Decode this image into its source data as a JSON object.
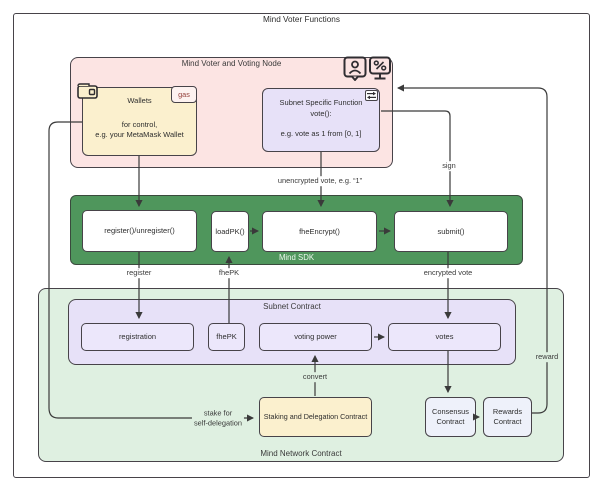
{
  "title": "Mind Voter Functions",
  "voter_node": {
    "label": "Mind Voter and Voting Node",
    "wallets": {
      "title": "Wallets",
      "desc1": "for control,",
      "desc2": "e.g. your MetaMask Wallet",
      "badge": "gas"
    },
    "subnet_function": {
      "line1": "Subnet Specific Function",
      "line2": "vote():",
      "line3": "e.g. vote as 1 from [0, 1]"
    }
  },
  "sdk": {
    "label": "Mind SDK",
    "functions": [
      "register()/unregister()",
      "loadPK()",
      "fheEncrypt()",
      "submit()"
    ]
  },
  "network": {
    "label": "Mind Network Contract",
    "subnet_contract": {
      "label": "Subnet Contract",
      "nodes": [
        "registration",
        "fhePK",
        "voting power",
        "votes"
      ]
    },
    "staking": "Staking and Delegation Contract",
    "consensus": "Consensus Contract",
    "rewards": "Rewards Contract"
  },
  "edges": {
    "unencrypted_vote": "unencrypted vote, e.g. “1”",
    "sign": "sign",
    "register": "register",
    "fhepk": "fhePK",
    "encrypted_vote": "encrypted vote",
    "reward": "reward",
    "convert": "convert",
    "stake1": "stake for",
    "stake2": "self-delegation"
  },
  "colors": {
    "pink_container": "#fce4e3",
    "cream_node": "#fbf0ce",
    "lavender_container": "#e7e1f8",
    "lavender_node": "#ece7fb",
    "sdk_green": "#4f965c",
    "network_green": "#dff0e1",
    "contract_node": "#eef1fa",
    "border": "#474349",
    "edge": "#3a3a3a",
    "gas_text": "#94403b"
  }
}
